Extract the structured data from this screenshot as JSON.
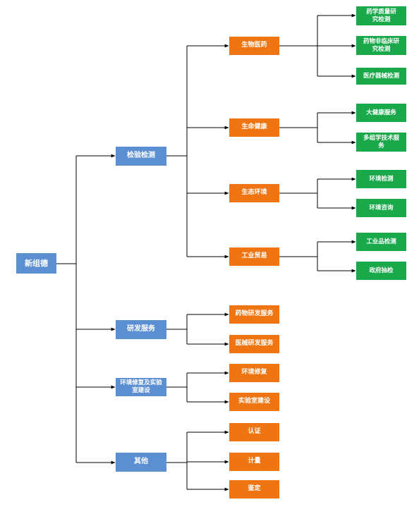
{
  "root": "新组德",
  "level1": [
    "检验检测",
    "研发服务",
    "环境修复及实验室建设",
    "其他"
  ],
  "level2": {
    "inspection": [
      "生物医药",
      "生命健康",
      "生态环境",
      "工业贸易"
    ],
    "rnd": [
      "药物研发服务",
      "医械研发服务"
    ],
    "env": [
      "环境修复",
      "实验室建设"
    ],
    "other": [
      "认证",
      "计量",
      "鉴定"
    ]
  },
  "level3": {
    "bio": [
      "药学质量研究检测",
      "药物非临床研究检测",
      "医疗器械检测"
    ],
    "health": [
      "大健康服务",
      "多组学技术服务"
    ],
    "eco": [
      "环境检测",
      "环境咨询"
    ],
    "industry": [
      "工业品检测",
      "政府抽检"
    ]
  },
  "colors": {
    "blue": "#5b8fd1",
    "orange": "#ee7512",
    "green": "#19a84a",
    "line": "#000000"
  }
}
